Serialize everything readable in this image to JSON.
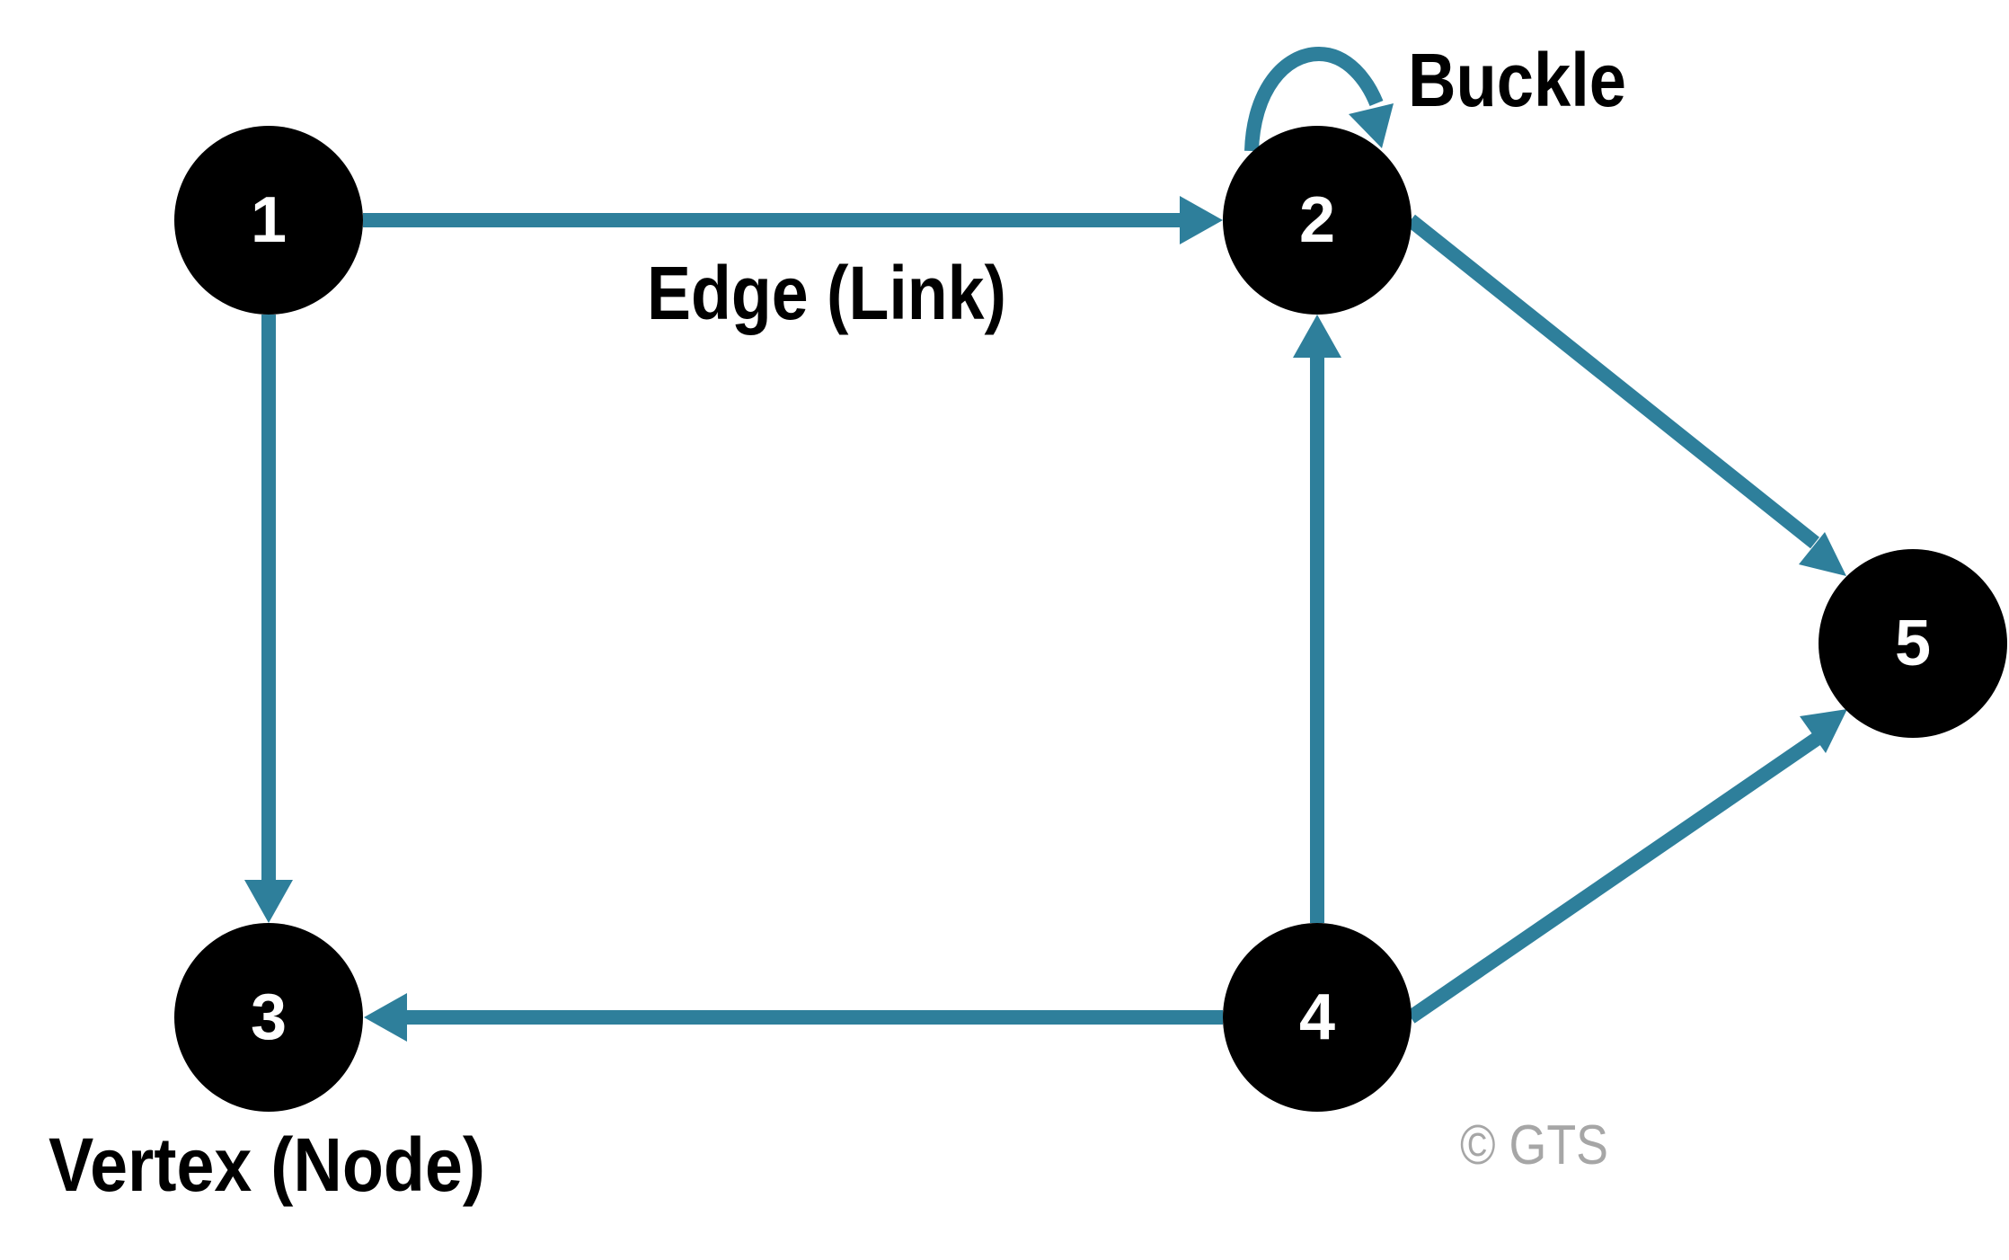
{
  "diagram": {
    "type": "directed-graph",
    "colors": {
      "edge": "#2e7f9b",
      "node_fill": "#000000",
      "node_text": "#ffffff",
      "caption": "#000000",
      "watermark": "#a6a6a6"
    },
    "nodes": [
      {
        "id": "1",
        "label": "1"
      },
      {
        "id": "2",
        "label": "2"
      },
      {
        "id": "3",
        "label": "3"
      },
      {
        "id": "4",
        "label": "4"
      },
      {
        "id": "5",
        "label": "5"
      }
    ],
    "edges": [
      {
        "from": "1",
        "to": "2"
      },
      {
        "from": "1",
        "to": "3"
      },
      {
        "from": "2",
        "to": "2",
        "kind": "self-loop"
      },
      {
        "from": "2",
        "to": "5"
      },
      {
        "from": "4",
        "to": "2"
      },
      {
        "from": "4",
        "to": "3"
      },
      {
        "from": "4",
        "to": "5"
      }
    ],
    "labels": {
      "edge": "Edge (Link)",
      "buckle": "Buckle",
      "vertex": "Vertex (Node)"
    },
    "watermark": "© GTS"
  }
}
